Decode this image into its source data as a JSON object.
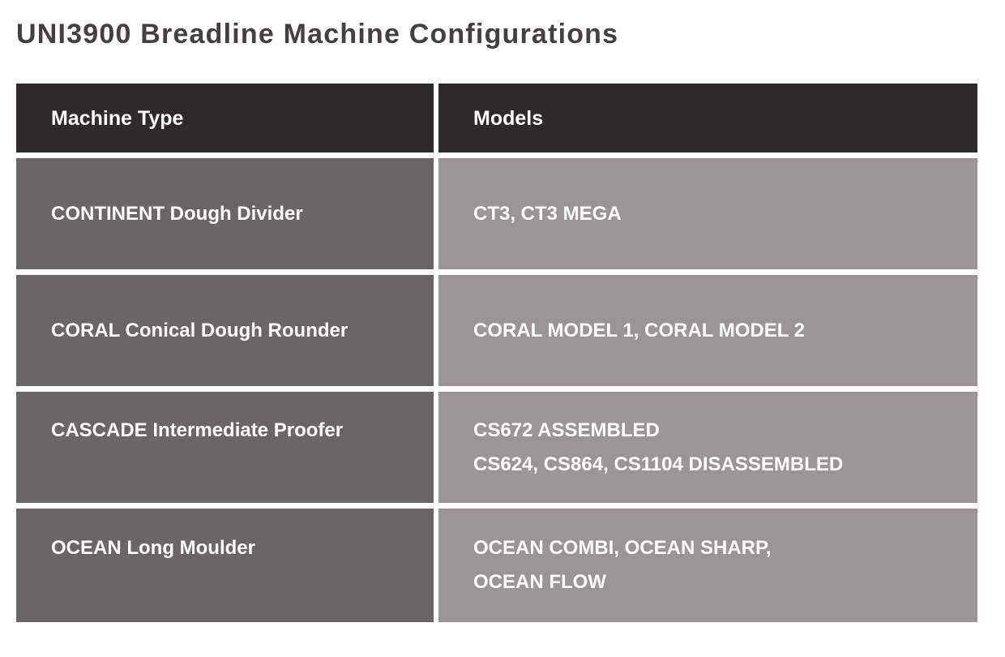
{
  "page": {
    "title": "UNI3900 Breadline Machine Configurations"
  },
  "colors": {
    "page_bg": "#ffffff",
    "title_text": "#444041",
    "header_bg": "#2e2a2b",
    "machine_cell_bg": "#6a6566",
    "models_cell_bg": "#9b9596",
    "cell_text": "#ffffff"
  },
  "table": {
    "headers": [
      {
        "label": "Machine Type"
      },
      {
        "label": "Models"
      }
    ],
    "rows": [
      {
        "machine_type": "CONTINENT Dough Divider",
        "models": [
          "CT3, CT3 MEGA"
        ]
      },
      {
        "machine_type": "CORAL Conical Dough Rounder",
        "models": [
          "CORAL MODEL 1, CORAL MODEL 2"
        ]
      },
      {
        "machine_type": "CASCADE Intermediate Proofer",
        "models": [
          "CS672 ASSEMBLED",
          "CS624, CS864, CS1104 DISASSEMBLED"
        ]
      },
      {
        "machine_type": "OCEAN Long Moulder",
        "models": [
          "OCEAN COMBI, OCEAN SHARP,",
          "OCEAN FLOW"
        ]
      }
    ]
  }
}
